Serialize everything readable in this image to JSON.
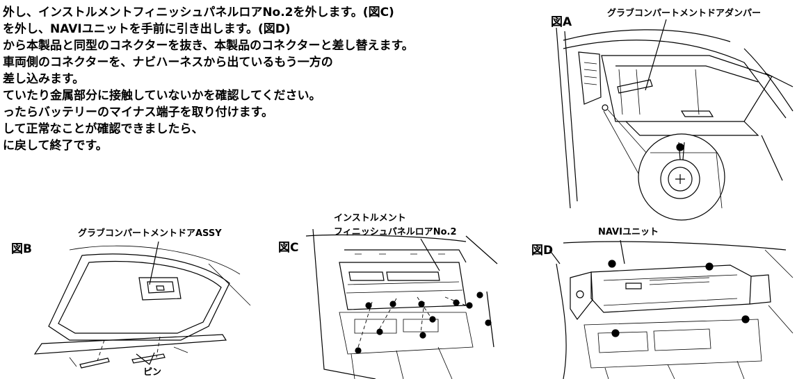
{
  "instructions": [
    "外し、インストルメントフィニッシュパネルロアNo.2を外します。(図C)",
    "を外し、NAVIユニットを手前に引き出します。(図D)",
    "から本製品と同型のコネクターを抜き、本製品のコネクターと差し替えます。",
    "車両側のコネクターを、ナビハーネスから出ているもう一方の",
    "差し込みます。",
    "ていたり金属部分に接触していないかを確認してください。",
    "ったらバッテリーのマイナス端子を取り付けます。",
    "して正常なことが確認できましたら、",
    "に戻して終了です。"
  ],
  "figures": {
    "a": {
      "label": "図A",
      "callout": "グラブコンパートメントドアダンパー"
    },
    "b": {
      "label": "図B",
      "callout": "グラブコンパートメントドアASSY",
      "pin": "ピン"
    },
    "c": {
      "label": "図C",
      "callout_line1": "インストルメント",
      "callout_line2": "フィニッシュパネルロアNo.2"
    },
    "d": {
      "label": "図D",
      "callout": "NAVIユニット"
    }
  }
}
